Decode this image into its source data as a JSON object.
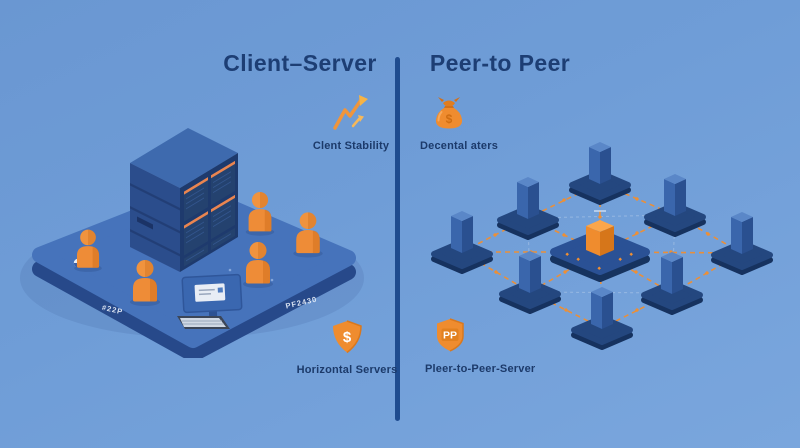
{
  "titles": {
    "left": "Client–Server",
    "right": "Peer-to Peer"
  },
  "features": {
    "client_stability": {
      "icon": "trend-up-arrow-icon",
      "label": "Clent Stability"
    },
    "decentralizers": {
      "icon": "money-bag-icon",
      "label": "Decental aters",
      "bag_symbol": "$"
    },
    "horizontal_servers": {
      "icon": "shield-dollar-icon",
      "label": "Horizontal Servers",
      "shield_symbol": "$"
    },
    "peer_to_peer_server": {
      "icon": "shield-pp-icon",
      "label": "Pleer-to-Peer-Server",
      "shield_symbol": "PP"
    }
  },
  "client_server_scene": {
    "platform_label_left": "#22P",
    "platform_label_right": "PF2430",
    "user_figures": 5,
    "elements": [
      "server-rack",
      "user-figures",
      "monitor-workstation",
      "isometric-platform"
    ]
  },
  "peer_to_peer_scene": {
    "outer_nodes": 8,
    "center_element": "orange-cube-on-platform",
    "connection_style": "dashed-orange-lattice"
  },
  "colors": {
    "background": "#6f9dd7",
    "title_text": "#1d3e74",
    "divider": "#1f4c8f",
    "accent_orange": "#ef8c2f",
    "platform_blue": "#4673bb",
    "node_blue": "#3a66ac",
    "server_navy": "#1e3a6d"
  }
}
